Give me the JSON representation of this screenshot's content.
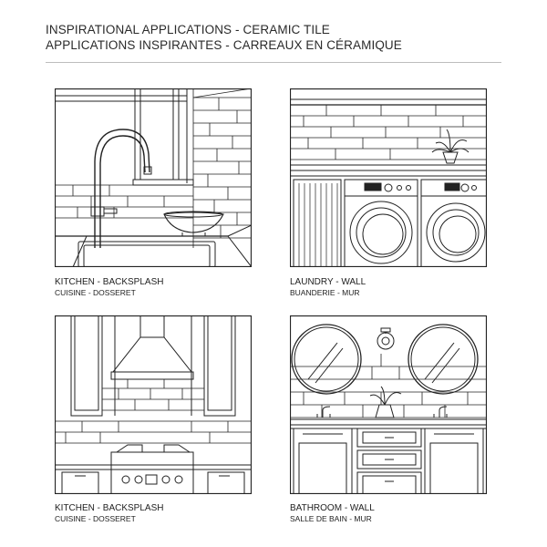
{
  "header": {
    "title_en": "INSPIRATIONAL APPLICATIONS - CERAMIC TILE",
    "title_fr": "APPLICATIONS INSPIRANTES - CARREAUX EN CÉRAMIQUE"
  },
  "panels": [
    {
      "caption_en": "KITCHEN - BACKSPLASH",
      "caption_fr": "CUISINE - DOSSERET",
      "icon": "kitchen-sink-illustration"
    },
    {
      "caption_en": "LAUNDRY - WALL",
      "caption_fr": "BUANDERIE - MUR",
      "icon": "laundry-illustration"
    },
    {
      "caption_en": "KITCHEN - BACKSPLASH",
      "caption_fr": "CUISINE - DOSSERET",
      "icon": "kitchen-range-illustration"
    },
    {
      "caption_en": "BATHROOM - WALL",
      "caption_fr": "SALLE DE BAIN - MUR",
      "icon": "bathroom-vanity-illustration"
    }
  ],
  "colors": {
    "line": "#222222",
    "rule": "#bdbdbd"
  }
}
